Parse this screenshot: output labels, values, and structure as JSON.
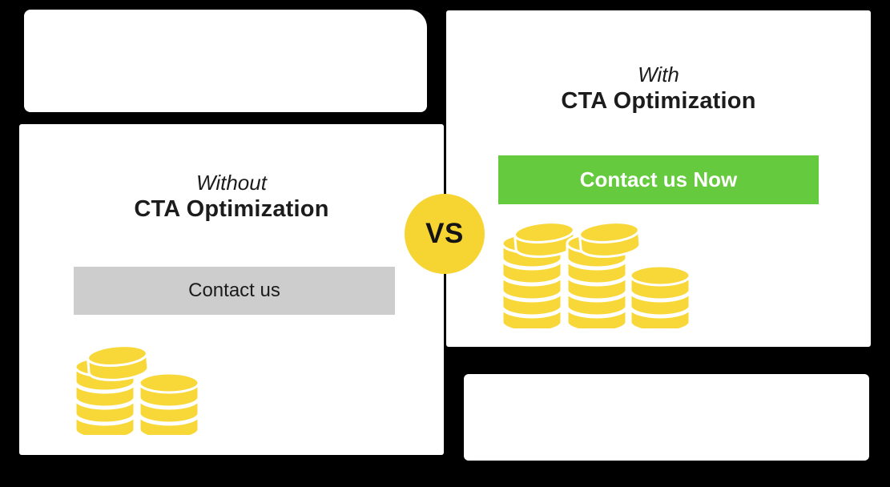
{
  "colors": {
    "background": "#000000",
    "panel": "#FFFFFF",
    "coin": "#F8D838",
    "vs_circle": "#F6D532",
    "green_button": "#65CA3E",
    "green_button_text": "#FFFFFF",
    "gray_button": "#CDCDCD",
    "gray_button_text": "#1B1B1B",
    "heading_text": "#1C1C1C",
    "vs_text": "#141414"
  },
  "vs_badge": {
    "label": "VS"
  },
  "panels": {
    "left": {
      "subtitle": "Without",
      "title": "CTA Optimization",
      "button_label": "Contact us",
      "coin_stacks": [
        {
          "coins": 4,
          "tilted_top": true
        },
        {
          "coins": 3,
          "tilted_top": false
        }
      ]
    },
    "right": {
      "subtitle": "With",
      "title": "CTA Optimization",
      "button_label": "Contact us Now",
      "coin_stacks": [
        {
          "coins": 5,
          "tilted_top": true
        },
        {
          "coins": 5,
          "tilted_top": true
        },
        {
          "coins": 3,
          "tilted_top": false
        }
      ]
    }
  }
}
